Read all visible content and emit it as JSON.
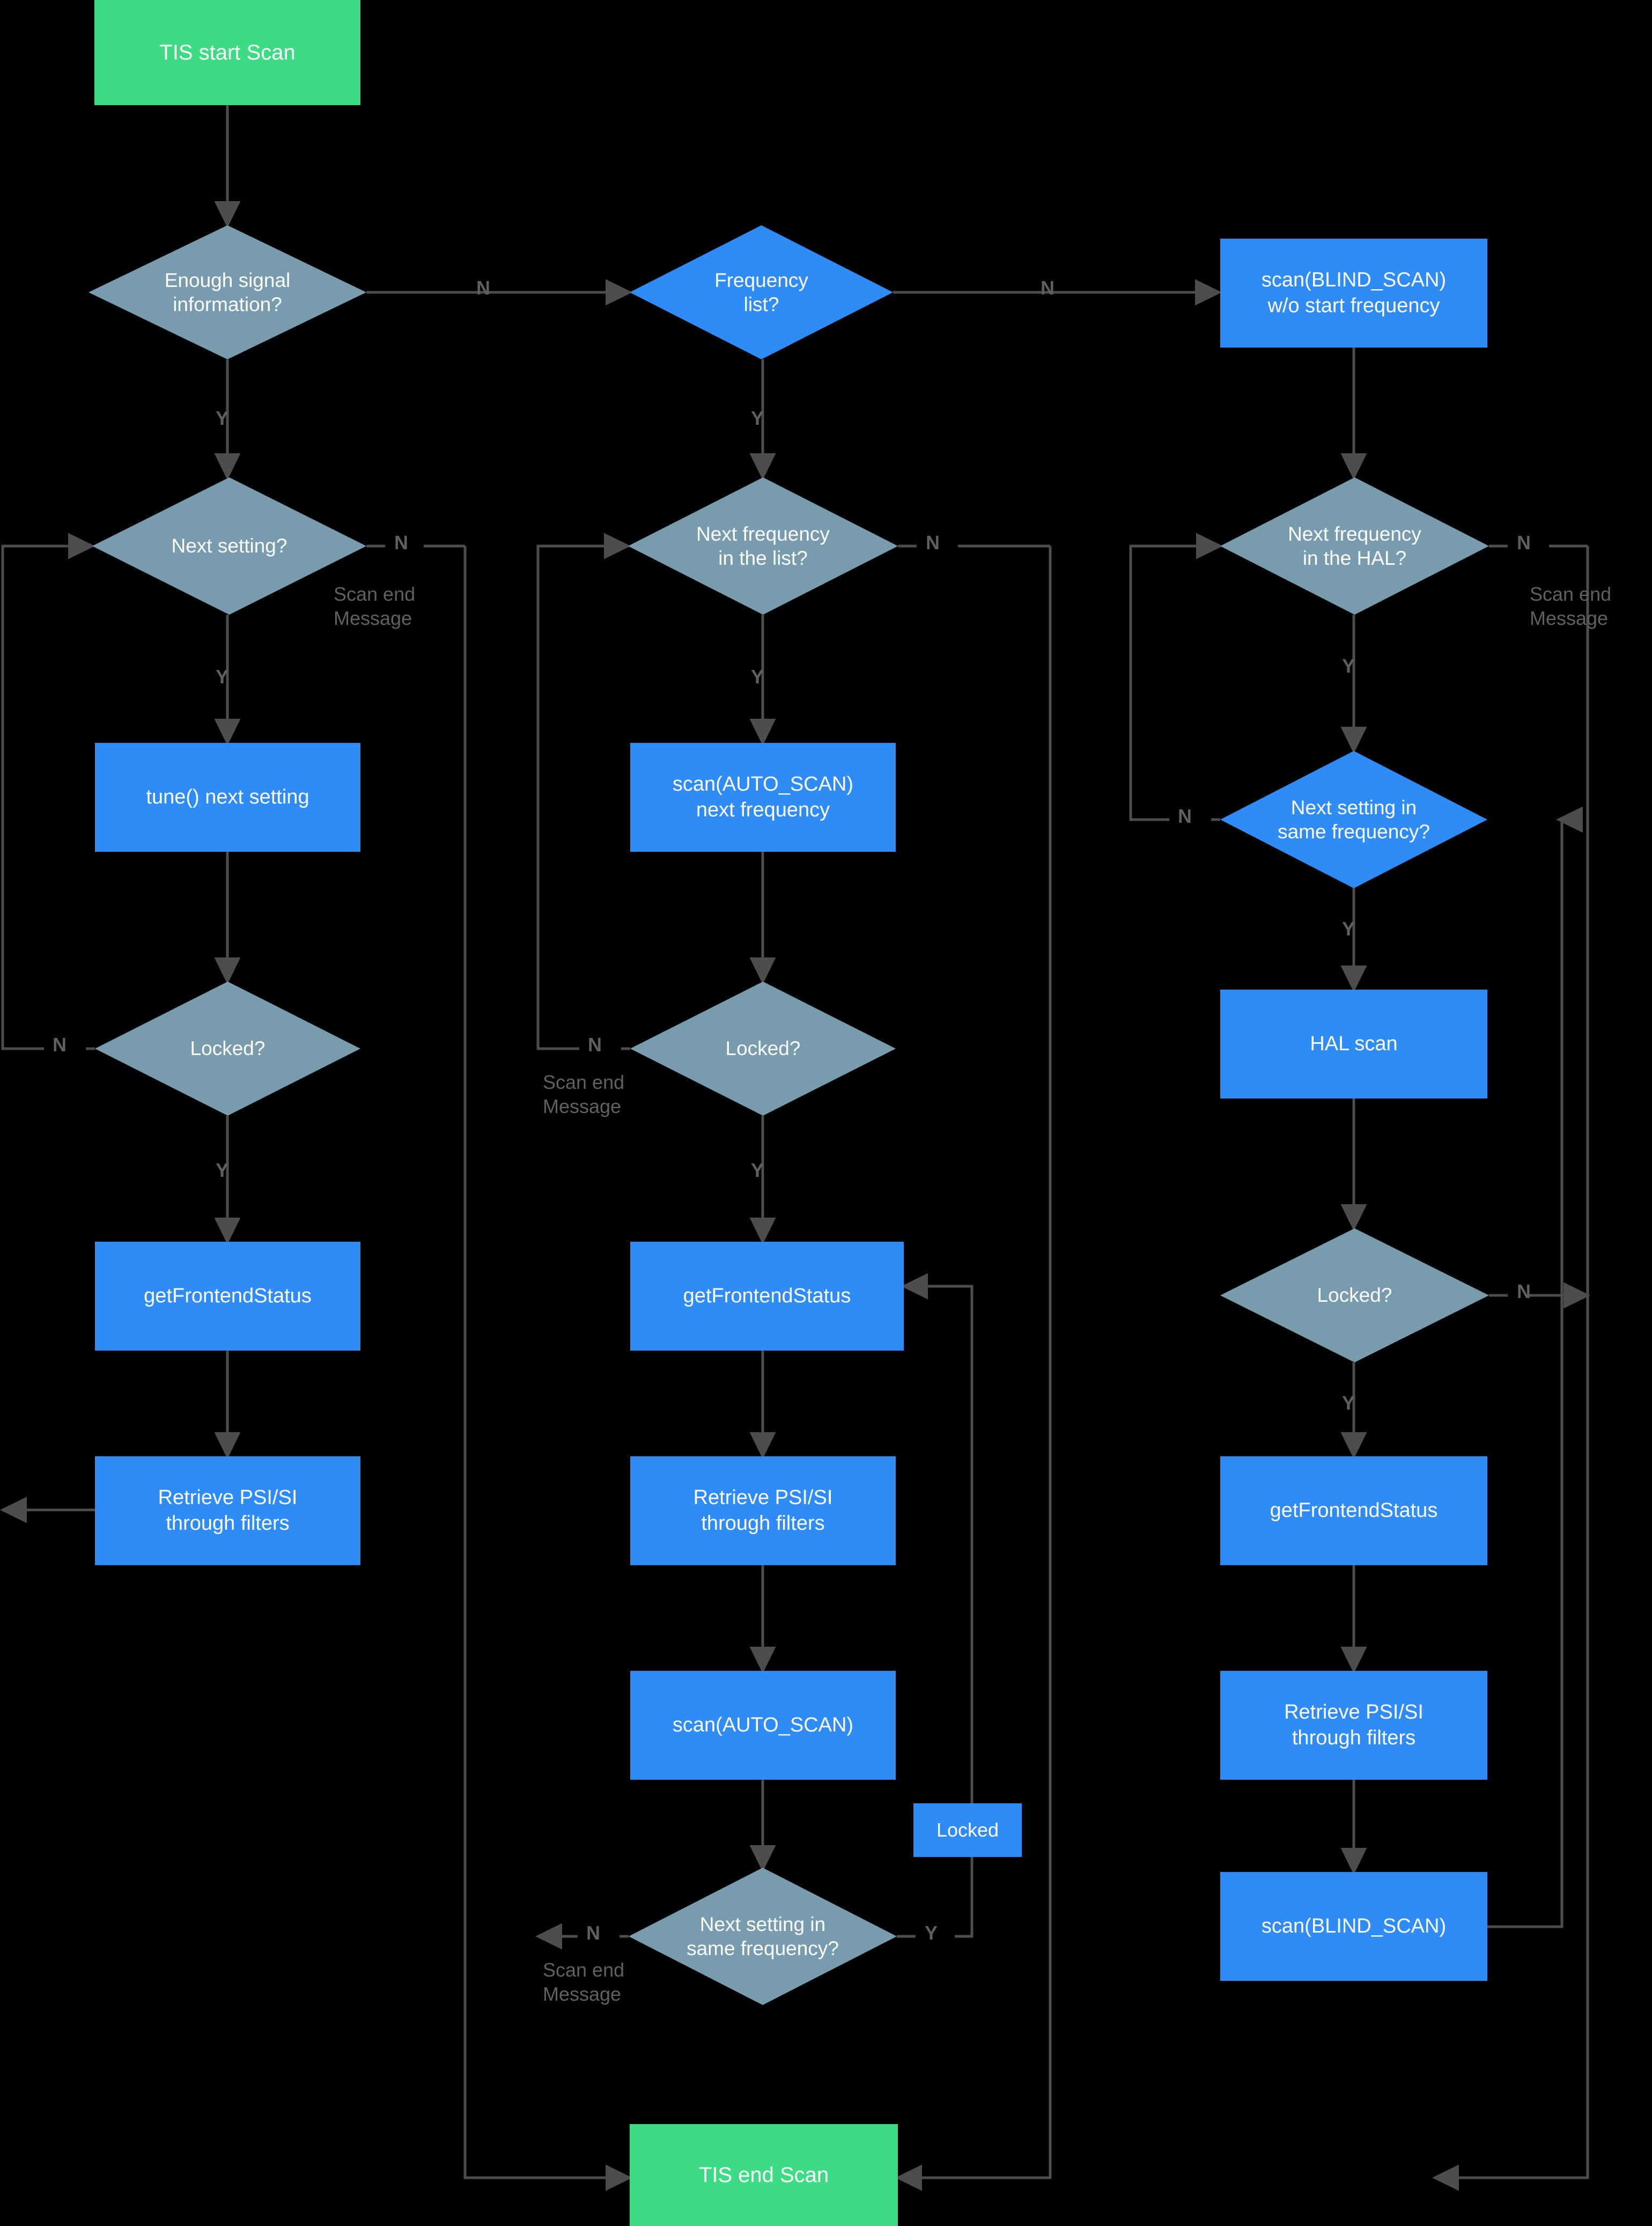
{
  "diagram": {
    "title": "TIS Scan Flowchart",
    "background_color": "#000000",
    "colors": {
      "terminator": "#3ddc84",
      "process": "#2f8cf7",
      "decision_gray": "#789cae",
      "decision_blue": "#2f8cf7",
      "edge": "#4d4d4d",
      "label": "#5f5f5f",
      "text": "#ffffff"
    },
    "nodes": {
      "start": {
        "label": "TIS start Scan",
        "shape": "terminator"
      },
      "enough_signal": {
        "label": "Enough signal\ninformation?",
        "shape": "decision"
      },
      "frequency_list": {
        "label": "Frequency\nlist?",
        "shape": "decision"
      },
      "blind_scan_no_start": {
        "label": "scan(BLIND_SCAN)\nw/o start frequency",
        "shape": "process"
      },
      "next_setting": {
        "label": "Next setting?",
        "shape": "decision"
      },
      "next_freq_list": {
        "label": "Next frequency\nin the list?",
        "shape": "decision"
      },
      "next_freq_hal": {
        "label": "Next frequency\nin the HAL?",
        "shape": "decision"
      },
      "tune_next_setting": {
        "label": "tune() next setting",
        "shape": "process"
      },
      "auto_scan_next_freq": {
        "label": "scan(AUTO_SCAN)\nnext frequency",
        "shape": "process"
      },
      "next_setting_same_freq_right": {
        "label": "Next setting in\nsame frequency?",
        "shape": "decision"
      },
      "locked_left": {
        "label": "Locked?",
        "shape": "decision"
      },
      "locked_mid": {
        "label": "Locked?",
        "shape": "decision"
      },
      "hal_scan": {
        "label": "HAL scan",
        "shape": "process"
      },
      "locked_right": {
        "label": "Locked?",
        "shape": "decision"
      },
      "get_frontend_status_left": {
        "label": "getFrontendStatus",
        "shape": "process"
      },
      "get_frontend_status_mid": {
        "label": "getFrontendStatus",
        "shape": "process"
      },
      "get_frontend_status_right": {
        "label": "getFrontendStatus",
        "shape": "process"
      },
      "retrieve_psi_left": {
        "label": "Retrieve PSI/SI\nthrough filters",
        "shape": "process"
      },
      "retrieve_psi_mid": {
        "label": "Retrieve PSI/SI\nthrough filters",
        "shape": "process"
      },
      "retrieve_psi_right": {
        "label": "Retrieve PSI/SI\nthrough filters",
        "shape": "process"
      },
      "auto_scan": {
        "label": "scan(AUTO_SCAN)",
        "shape": "process"
      },
      "blind_scan": {
        "label": "scan(BLIND_SCAN)",
        "shape": "process"
      },
      "locked_badge": {
        "label": "Locked",
        "shape": "badge"
      },
      "next_setting_same_freq_mid": {
        "label": "Next setting in\nsame frequency?",
        "shape": "decision"
      },
      "end": {
        "label": "TIS end Scan",
        "shape": "terminator"
      }
    },
    "edge_labels": {
      "n1": "N",
      "n2": "N",
      "n3": "N",
      "n4": "N",
      "n5": "N",
      "n6": "N",
      "n7": "N",
      "n8": "N",
      "y1": "Y",
      "y2": "Y",
      "y3": "Y",
      "y4": "Y",
      "y5": "Y",
      "y6": "Y",
      "y7": "Y",
      "y8": "Y"
    },
    "notes": {
      "scan_end_left": "Scan end\nMessage",
      "scan_end_mid_top": "Scan end\nMessage",
      "scan_end_right": "Scan end\nMessage",
      "scan_end_mid_bottom": "Scan end\nMessage"
    }
  }
}
